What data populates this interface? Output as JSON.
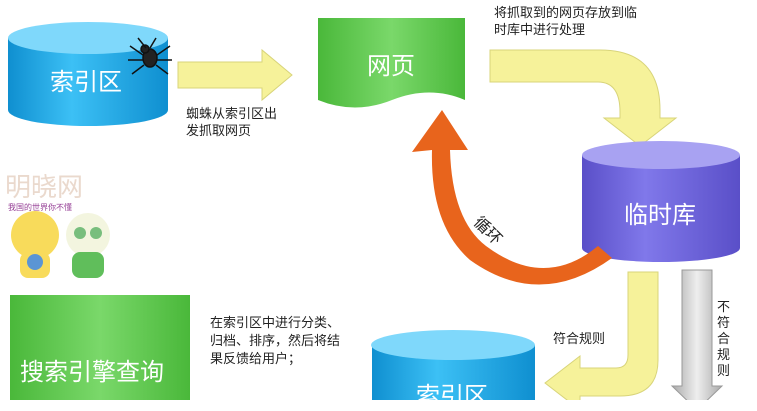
{
  "nodes": {
    "index_top": "索引区",
    "webpage": "网页",
    "temp_db": "临时库",
    "search_query": "搜索引擎查询",
    "index_bottom": "索引区"
  },
  "notes": {
    "spider_line1": "蜘蛛从索引区出",
    "spider_line2": "发抓取网页",
    "store_line1": "将抓取到的网页存放到临",
    "store_line2": "时库中进行处理",
    "loop": "循环",
    "match": "符合规则",
    "no_match": "不符合规则",
    "feedback_line1": "在索引区中进行分类、",
    "feedback_line2": "归档、排序，然后将结",
    "feedback_line3": "果反馈给用户；"
  },
  "watermark": {
    "title": "明晓网",
    "subtitle": "我国的世界你不懂"
  },
  "colors": {
    "blue": "#1aa3e0",
    "green": "#5cc24a",
    "purple": "#6a5fd6",
    "yellow": "#f6f29a",
    "orange": "#e8641c",
    "gray": "#c8c8c8"
  }
}
